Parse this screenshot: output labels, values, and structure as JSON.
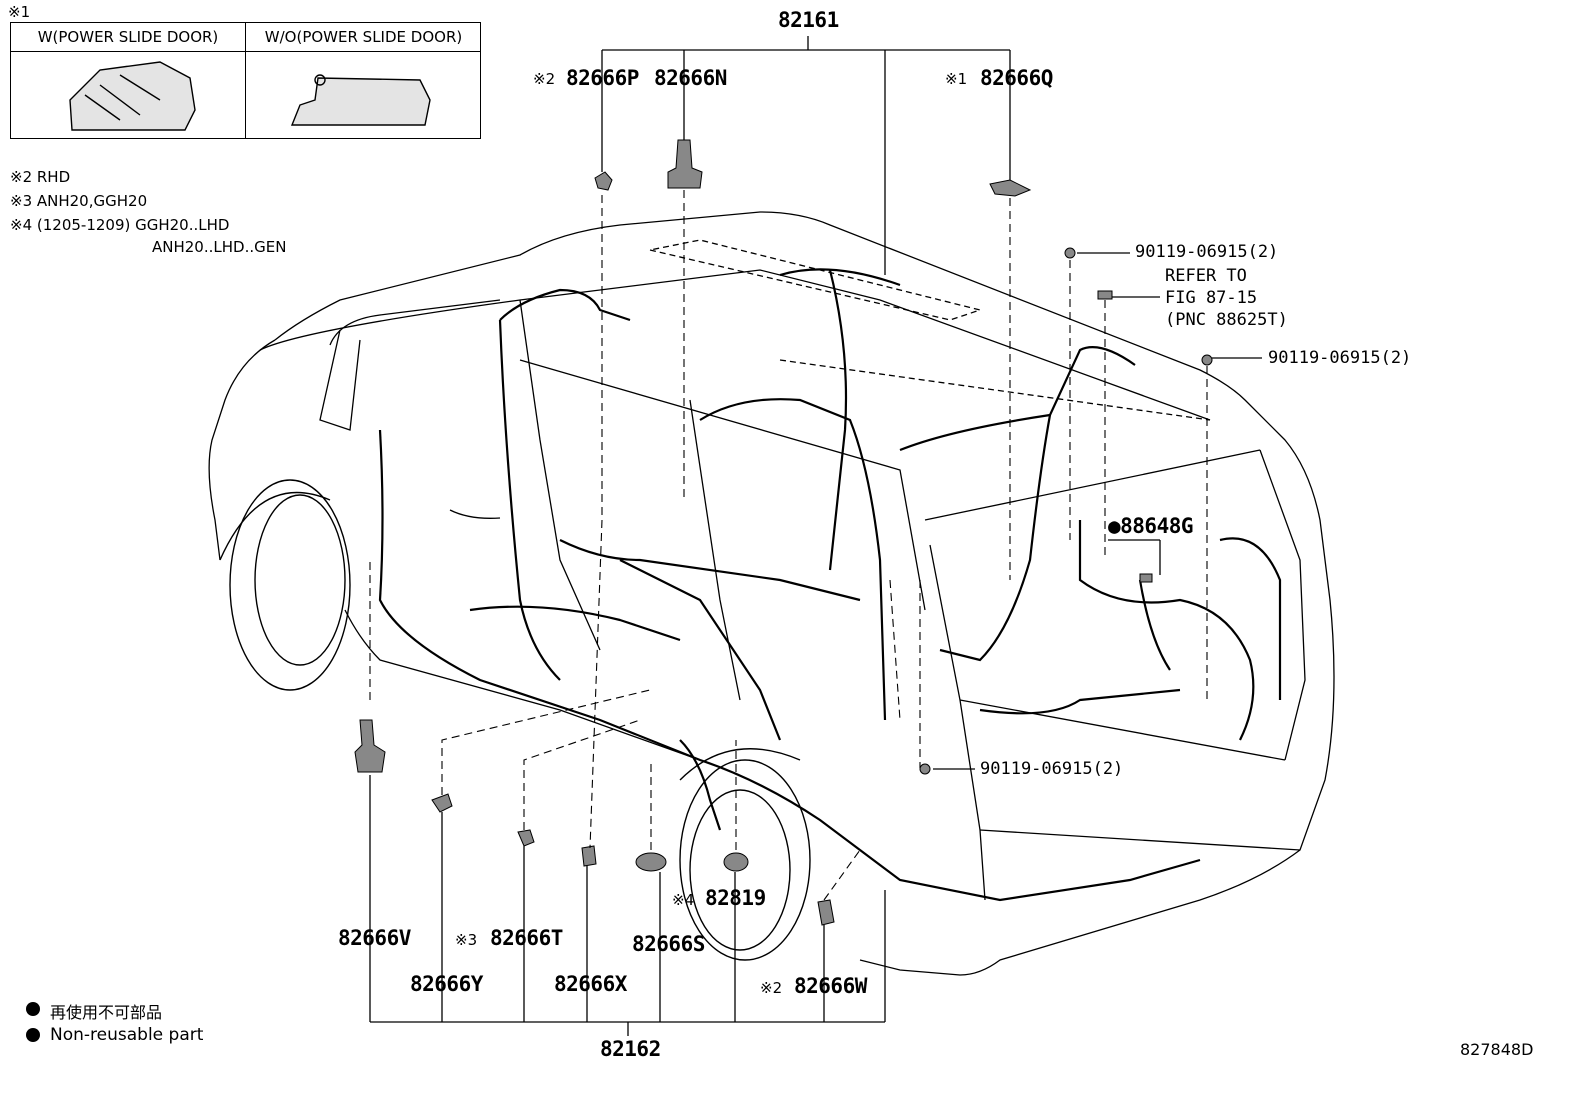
{
  "notes": {
    "note1_mark": "※1",
    "variant_headers": [
      "W(POWER SLIDE DOOR)",
      "W/O(POWER SLIDE DOOR)"
    ],
    "note2": "※2 RHD",
    "note3": "※3 ANH20,GGH20",
    "note4_line1": "※4 (1205-1209) GGH20..LHD",
    "note4_line2": "ANH20..LHD..GEN"
  },
  "parts": {
    "p82161": "82161",
    "p82666P_mark": "※2",
    "p82666P": "82666P",
    "p82666N": "82666N",
    "p82666Q_mark": "※1",
    "p82666Q": "82666Q",
    "bolt_top": "90119-06915(2)",
    "refer_line1": "REFER TO",
    "refer_line2": "FIG 87-15",
    "refer_line3": "(PNC 88625T)",
    "bolt_mid": "90119-06915(2)",
    "p88648G": "●88648G",
    "bolt_low": "90119-06915(2)",
    "p82819_mark": "※4",
    "p82819": "82819",
    "p82666V": "82666V",
    "p82666T_mark": "※3",
    "p82666T": "82666T",
    "p82666S": "82666S",
    "p82666Y": "82666Y",
    "p82666X": "82666X",
    "p82666W_mark": "※2",
    "p82666W": "82666W",
    "p82162": "82162"
  },
  "legend": {
    "jp": "再使用不可部品",
    "en": "Non-reusable part"
  },
  "figure_code": "827848D"
}
